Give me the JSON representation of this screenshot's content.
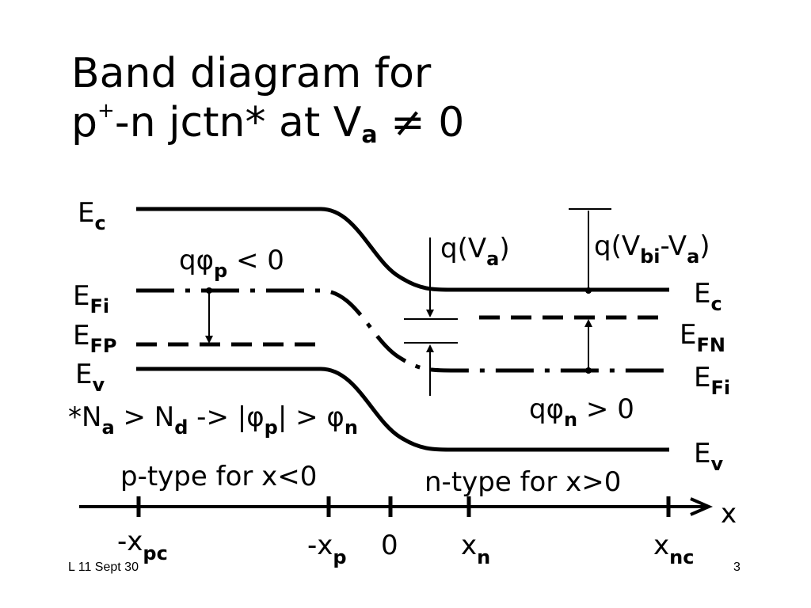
{
  "title": {
    "line1": "Band diagram for",
    "line2_pre": "p",
    "line2_sup": "+",
    "line2_mid": "-n jctn* at V",
    "line2_sub": "a",
    "line2_post": " ≠ 0"
  },
  "labels": {
    "E": "E",
    "c": "c",
    "Fi": "Fi",
    "FP": "FP",
    "FN": "FN",
    "v": "v",
    "q_phi_p_a": "qφ",
    "q_phi_p_b": "p",
    "q_phi_p_c": " < 0",
    "q_Va_a": "q(V",
    "q_Va_b": "a",
    "q_Va_c": ")",
    "q_Vbi_a": "q(V",
    "q_Vbi_b": "bi",
    "q_Vbi_c": "-V",
    "q_Vbi_d": "a",
    "q_Vbi_e": ")",
    "q_phi_n_a": "qφ",
    "q_phi_n_b": "n",
    "q_phi_n_c": " > 0",
    "note_a": "*N",
    "note_b": "a",
    "note_c": " > N",
    "note_d": "d",
    "note_e": " -> |φ",
    "note_f": "p",
    "note_g": "| > φ",
    "note_h": "n",
    "ptype": "p-type for x<0",
    "ntype": "n-type for x>0",
    "x_axis": "x",
    "minus_x": "-x",
    "x": "x",
    "pc": "pc",
    "p": "p",
    "zero": "0",
    "n": "n",
    "nc": "nc"
  },
  "footer": {
    "left": "L 11 Sept 30",
    "right": "3"
  }
}
